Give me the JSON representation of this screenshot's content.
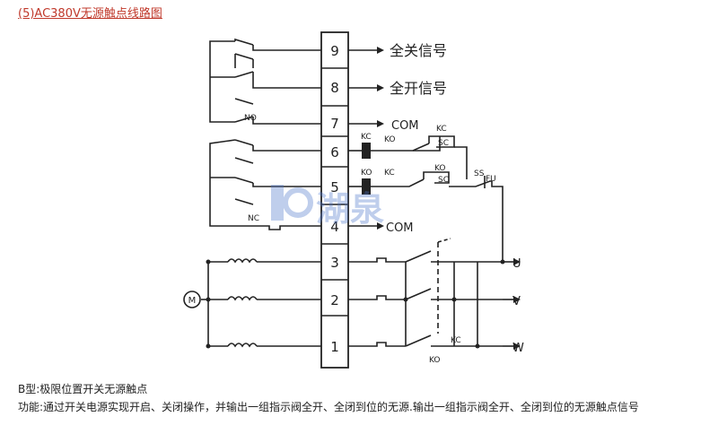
{
  "title": "(5)AC380V无源触点线路图",
  "terminals": [
    "9",
    "8",
    "7",
    "6",
    "5",
    "4",
    "3",
    "2",
    "1"
  ],
  "signals": {
    "close_all": "全关信号",
    "open_all": "全开信号",
    "com_top": "COM",
    "com_bottom": "COM"
  },
  "contacts": {
    "no": "NO",
    "nc": "NC",
    "kc": "KC",
    "ko": "KO",
    "sc": "SC",
    "ss": "SS",
    "fu": "FU"
  },
  "motor_label": "M",
  "phases": [
    "U",
    "V",
    "W"
  ],
  "watermark": "湖泉",
  "captions": {
    "type": "B型:极限位置开关无源触点",
    "function": "功能:通过开关电源实现开启、关闭操作，并输出一组指示阀全开、全闭到位的无源.输出一组指示阀全开、全闭到位的无源触点信号"
  }
}
